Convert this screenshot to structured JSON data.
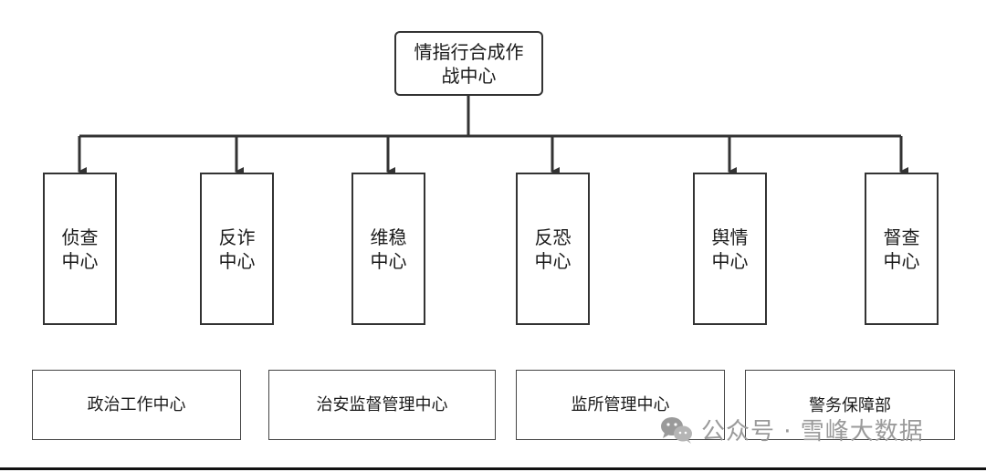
{
  "root": {
    "line1": "情指行合成作",
    "line2": "战中心"
  },
  "centers": [
    {
      "line1": "侦查",
      "line2": "中心"
    },
    {
      "line1": "反诈",
      "line2": "中心"
    },
    {
      "line1": "维稳",
      "line2": "中心"
    },
    {
      "line1": "反恐",
      "line2": "中心"
    },
    {
      "line1": "舆情",
      "line2": "中心"
    },
    {
      "line1": "督查",
      "line2": "中心"
    }
  ],
  "departments": [
    {
      "label": "政治工作中心"
    },
    {
      "label": "治安监督管理中心"
    },
    {
      "label": "监所管理中心"
    },
    {
      "label": "警务保障部"
    }
  ],
  "watermark": {
    "text": "公众号 · 雪峰大数据",
    "icon": "wechat-icon"
  },
  "colors": {
    "line": "#333333",
    "watermark": "#9a9a9a"
  }
}
